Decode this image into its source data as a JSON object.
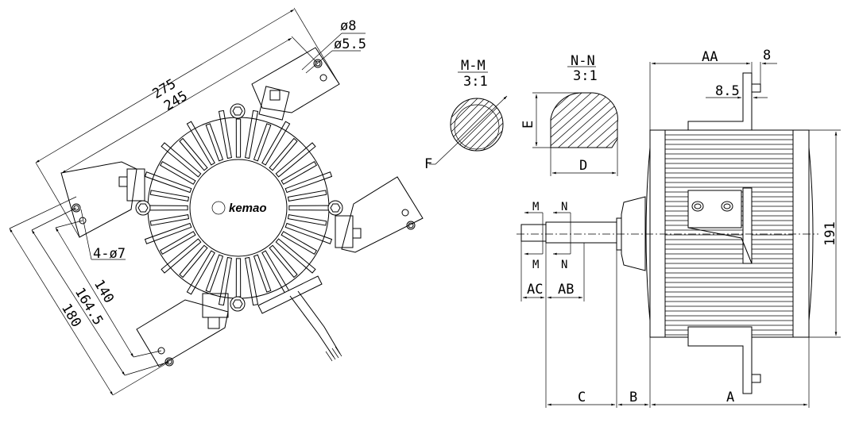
{
  "front_view": {
    "logo": "kemao",
    "dims": {
      "d275": "275",
      "d245": "245",
      "phi8": "ø8",
      "phi55": "ø5.5",
      "holes": "4-ø7",
      "d140": "140",
      "d1645": "164.5",
      "d180": "180"
    }
  },
  "section_mm": {
    "title": "M-M",
    "scale": "3:1",
    "label_f": "F"
  },
  "section_nn": {
    "title": "N-N",
    "scale": "3:1",
    "label_e": "E",
    "label_d": "D"
  },
  "side_view": {
    "cut_m_top": "M",
    "cut_m_bottom": "M",
    "cut_n_top": "N",
    "cut_n_bottom": "N",
    "dims": {
      "ac": "AC",
      "ab": "AB",
      "c": "C",
      "b": "B",
      "a": "A",
      "aa": "AA",
      "d8": "8",
      "d85": "8.5",
      "d191": "191"
    }
  }
}
